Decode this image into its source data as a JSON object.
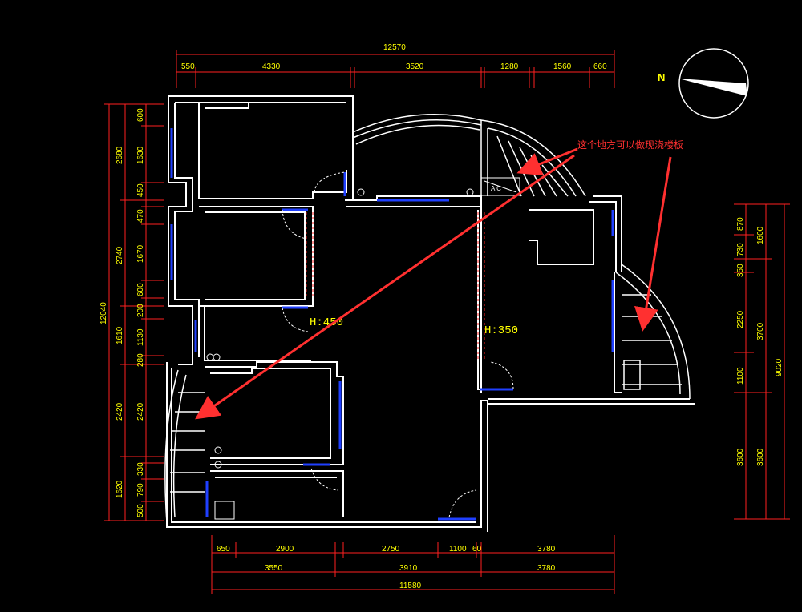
{
  "compass": {
    "label": "N"
  },
  "annotation": {
    "text": "这个地方可以做现浇楼板"
  },
  "height_labels": {
    "left": "H:450",
    "right": "H:350"
  },
  "dims_top": {
    "total": "12570",
    "segments": [
      "550",
      "4330",
      "3520",
      "1280",
      "1560",
      "660"
    ]
  },
  "dims_bottom": {
    "row1": [
      "650",
      "2900",
      "2750",
      "1100",
      "60",
      "3780"
    ],
    "row2": [
      "3550",
      "3910",
      "3780"
    ],
    "total": "11580"
  },
  "dims_left": {
    "outer": "12040",
    "group": [
      "2680",
      "2740",
      "1610",
      "2420",
      "1620"
    ],
    "inner": [
      "600",
      "1630",
      "450",
      "470",
      "1670",
      "600",
      "200",
      "1130",
      "280",
      "2420",
      "330",
      "790",
      "500"
    ]
  },
  "dims_right": {
    "outer": "9020",
    "group": [
      "1600",
      "3700",
      "3600"
    ],
    "inner": [
      "870",
      "730",
      "350",
      "2250",
      "1100",
      "3600"
    ]
  },
  "colors": {
    "walls": "#ffffff",
    "dims": "#ffff00",
    "dim_lines": "#ff2020",
    "windows": "#2040ff",
    "arrow": "#ff3030"
  }
}
